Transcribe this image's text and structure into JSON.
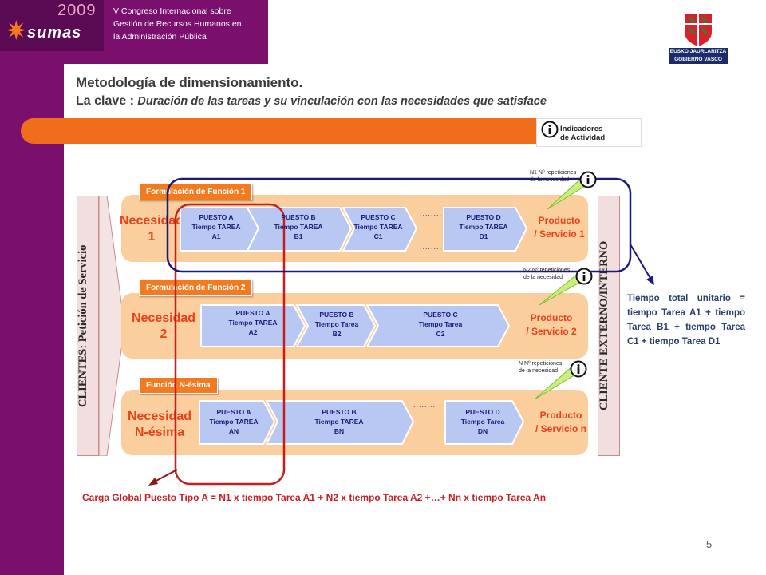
{
  "header": {
    "logo_year": "2009",
    "logo_name": "sumas",
    "congress_lines": [
      "V Congreso Internacional sobre",
      "Gestión de Recursos Humanos en",
      "la Administración  Pública"
    ],
    "seal_lines": [
      "EUSKO JAURLARITZA",
      "GOBIERNO VASCO"
    ]
  },
  "title": "Metodología de dimensionamiento.",
  "subtitle_prefix": "La clave : ",
  "subtitle_italic": "Duración de las tareas y su vinculación con las necesidades que satisface",
  "indicator": {
    "line1": "Indicadores",
    "line2": "de Actividad",
    "icon": "info-icon"
  },
  "left_band_label": "CLIENTES: Petición de Servicio",
  "right_band_label": "CLIENTE EXTERNO/INTERNO",
  "rows": [
    {
      "tag": "Formulación de Función 1",
      "need": [
        "Necesidad",
        "1"
      ],
      "product": [
        "Producto",
        "/ Servicio 1"
      ],
      "rep": [
        "N1 Nº repeticiones",
        "de la necesidad"
      ],
      "tasks": [
        {
          "l1": "PUESTO A",
          "l2": "Tiempo TAREA",
          "l3": "A1"
        },
        {
          "l1": "PUESTO B",
          "l2": "Tiempo TAREA",
          "l3": "B1"
        },
        {
          "l1": "PUESTO C",
          "l2": "Tiempo TAREA",
          "l3": "C1"
        },
        {
          "l1": "PUESTO D",
          "l2": "Tiempo TAREA",
          "l3": "D1"
        }
      ]
    },
    {
      "tag": "Formulación de Función 2",
      "need": [
        "Necesidad",
        "2"
      ],
      "product": [
        "Producto",
        "/ Servicio 2"
      ],
      "rep": [
        "N2 Nº repeticiones",
        "de la necesidad"
      ],
      "tasks": [
        {
          "l1": "PUESTO A",
          "l2": "Tiempo TAREA",
          "l3": "A2"
        },
        {
          "l1": "PUESTO B",
          "l2": "Tiempo Tarea",
          "l3": "B2"
        },
        {
          "l1": "PUESTO C",
          "l2": "Tiempo Tarea",
          "l3": "C2"
        }
      ]
    },
    {
      "tag": "Función  N-ésima",
      "need": [
        "Necesidad",
        "N-ésima"
      ],
      "product": [
        "Producto",
        "/ Servicio n"
      ],
      "rep": [
        "N Nº repeticiones",
        "de la necesidad"
      ],
      "tasks": [
        {
          "l1": "PUESTO A",
          "l2": "Tiempo TAREA",
          "l3": "AN"
        },
        {
          "l1": "PUESTO B",
          "l2": "Tiempo TAREA",
          "l3": "BN"
        },
        {
          "l1": "PUESTO D",
          "l2": "Tiempo Tarea",
          "l3": "DN"
        }
      ]
    }
  ],
  "dots": "........",
  "side_text": "Tiempo total unitario = tiempo Tarea A1 + tiempo Tarea B1 + tiempo Tarea C1 + tiempo Tarea D1",
  "carga": "Carga Global Puesto Tipo A = N1 x tiempo Tarea A1 + N2 x tiempo Tarea A2 +…+ Nn x  tiempo Tarea An",
  "page_number": "5",
  "colors": {
    "purple": "#7a0f6e",
    "orange": "#ef6d1b",
    "row": "#fbcf9d",
    "task_blue": "#b9c8f2",
    "red_outline": "#c41e1e",
    "navy_outline": "#1a1a7a"
  }
}
